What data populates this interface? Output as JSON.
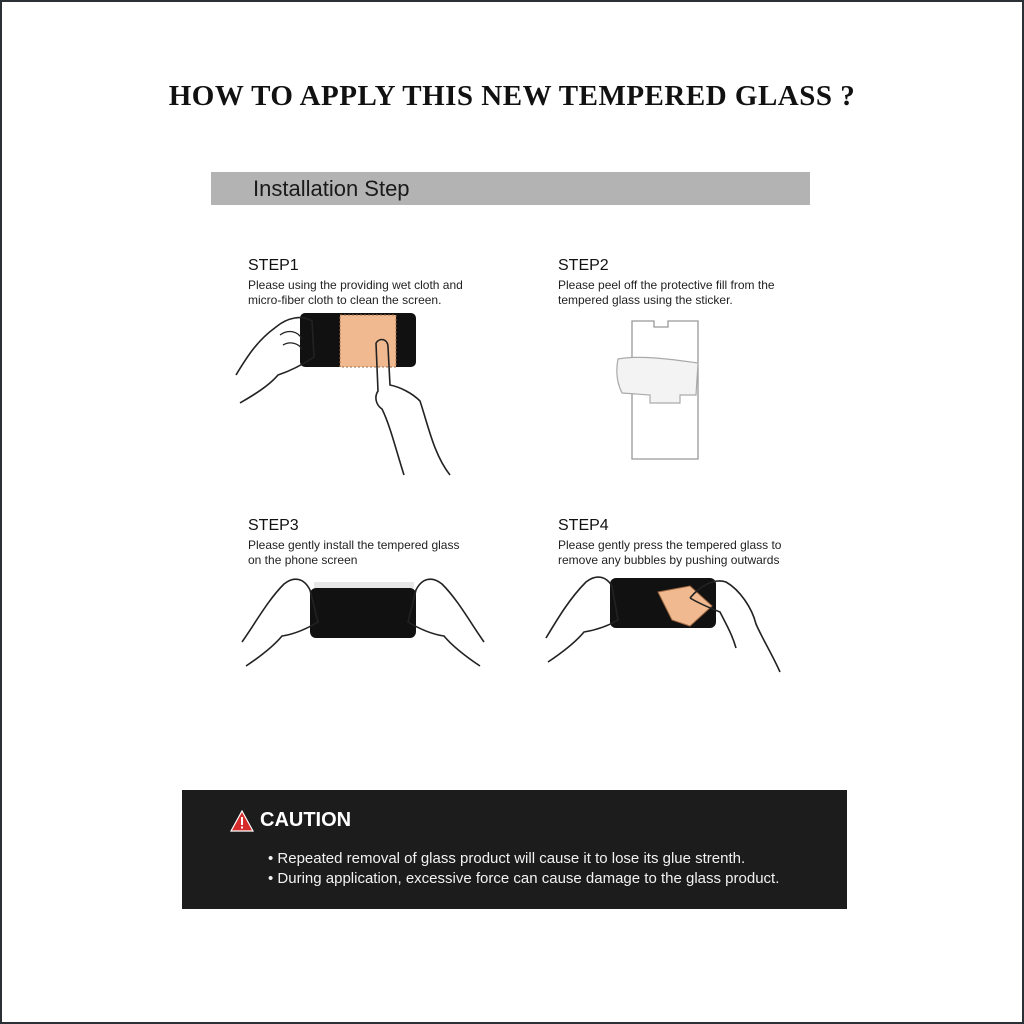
{
  "title": "HOW TO APPLY THIS NEW TEMPERED GLASS ?",
  "section_header": "Installation Step",
  "steps": [
    {
      "title": "STEP1",
      "description": "Please using the providing wet cloth and\nmicro-fiber cloth to clean the screen."
    },
    {
      "title": "STEP2",
      "description": "Please peel off the protective fill from the\ntempered glass using the sticker."
    },
    {
      "title": "STEP3",
      "description": "Please gently install the tempered glass\non the phone screen"
    },
    {
      "title": "STEP4",
      "description": "Please gently press the tempered glass to\nremove any bubbles by pushing outwards"
    }
  ],
  "caution": {
    "icon": "warning-triangle-icon",
    "title": "CAUTION",
    "items": [
      "• Repeated removal of glass product will cause it to lose its glue strenth.",
      "• During application, excessive  force can cause damage to the glass product."
    ]
  },
  "colors": {
    "header_bar": "#b3b3b3",
    "caution_bg": "#1c1c1c",
    "warning_red": "#d62b2b",
    "cloth": "#f0b98f",
    "border": "#2b2f36"
  }
}
